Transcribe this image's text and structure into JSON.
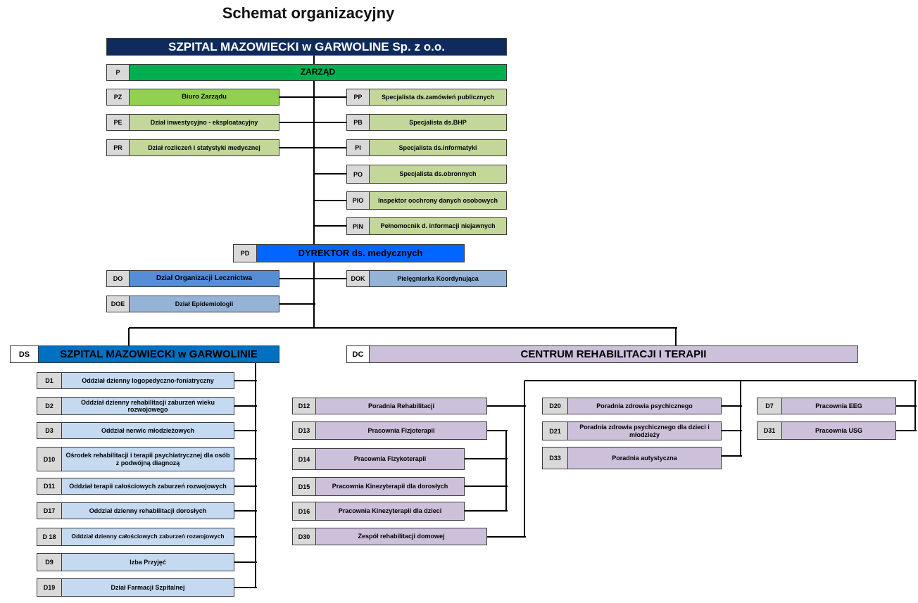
{
  "title": "Schemat organizacyjny",
  "colors": {
    "hospital": "#0f2a5c",
    "board_dark": "#00b050",
    "board_light": "#92d050",
    "board_pale": "#c4d79b",
    "director": "#0066ff",
    "org": "#558ed5",
    "org_pale": "#95b3d7",
    "ds_header": "#0070c0",
    "ds_units": "#c5d9f1",
    "dc_units": "#ccc0da",
    "code_bg": "#d9d9d9"
  },
  "units": [
    {
      "id": "hospital",
      "code": "",
      "name": "SZPITAL MAZOWIECKI w GARWOLINE Sp. z o.o."
    },
    {
      "id": "zarzad",
      "code": "P",
      "name": "ZARZĄD"
    },
    {
      "id": "pz",
      "code": "PZ",
      "name": "Biuro Zarządu"
    },
    {
      "id": "pe",
      "code": "PE",
      "name": "Dział inwestycyjno - eksploatacyjny"
    },
    {
      "id": "pr",
      "code": "PR",
      "name": "Dział rozliczeń i statystyki medycznej"
    },
    {
      "id": "pp",
      "code": "PP",
      "name": "Specjalista ds.zamówień publicznych"
    },
    {
      "id": "pb",
      "code": "PB",
      "name": "Specjalista ds.BHP"
    },
    {
      "id": "pi",
      "code": "PI",
      "name": "Specjalista ds.informatyki"
    },
    {
      "id": "po",
      "code": "PO",
      "name": "Specjalista ds.obronnych"
    },
    {
      "id": "pio",
      "code": "PIO",
      "name": "Inspektor oochrony danych osobowych"
    },
    {
      "id": "pin",
      "code": "PIN",
      "name": "Pełnomocnik d. informacji niejawnych"
    },
    {
      "id": "pd",
      "code": "PD",
      "name": "DYREKTOR ds. medycznych"
    },
    {
      "id": "do",
      "code": "DO",
      "name": "Dział Organizacji Lecznictwa"
    },
    {
      "id": "doe",
      "code": "DOE",
      "name": "Dział Epidemiologii"
    },
    {
      "id": "dok",
      "code": "DOK",
      "name": "Pielęgniarka Koordynująca"
    },
    {
      "id": "ds",
      "code": "DS",
      "name": "SZPITAL MAZOWIECKI w GARWOLINIE"
    },
    {
      "id": "dc",
      "code": "DC",
      "name": "CENTRUM REHABILITACJI I TERAPII"
    },
    {
      "id": "d1",
      "code": "D1",
      "name": "Oddział dzienny logopedyczno-foniatryczny"
    },
    {
      "id": "d2",
      "code": "D2",
      "name": "Oddział dzienny rehabilitacji zaburzeń wieku rozwojowego"
    },
    {
      "id": "d3",
      "code": "D3",
      "name": "Oddział nerwic młodzieżowych"
    },
    {
      "id": "d10",
      "code": "D10",
      "name": "Ośrodek rehabilitacji i terapii psychiatrycznej dla osób z podwójną diagnozą"
    },
    {
      "id": "d11",
      "code": "D11",
      "name": "Oddział terapii całościowych zaburzeń rozwojowych"
    },
    {
      "id": "d17",
      "code": "D17",
      "name": "Oddział dzienny rehabilitacji dorosłych"
    },
    {
      "id": "d18",
      "code": "D 18",
      "name": "Oddział dzienny całościowych zaburzeń rozwojowych"
    },
    {
      "id": "d9",
      "code": "D9",
      "name": "Izba Przyjęć"
    },
    {
      "id": "d19",
      "code": "D19",
      "name": "Dział Farmacji Szpitalnej"
    },
    {
      "id": "d12",
      "code": "D12",
      "name": "Poradnia Rehabilitacji"
    },
    {
      "id": "d13",
      "code": "D13",
      "name": "Pracownia Fizjoterapii"
    },
    {
      "id": "d14",
      "code": "D14",
      "name": "Pracownia Fizykoterapii"
    },
    {
      "id": "d15",
      "code": "D15",
      "name": "Pracownia Kinezyterapii dla dorosłych"
    },
    {
      "id": "d16",
      "code": "D16",
      "name": "Pracownia Kinezyterapii dla dzieci"
    },
    {
      "id": "d30",
      "code": "D30",
      "name": "Zespół rehabilitacji domowej"
    },
    {
      "id": "d20",
      "code": "D20",
      "name": "Poradnia zdrowia psychicznego"
    },
    {
      "id": "d21",
      "code": "D21",
      "name": "Poradnia zdrowia psychicznego dla dzieci i młodzieży"
    },
    {
      "id": "d33",
      "code": "D33",
      "name": "Poradnia autystyczna"
    },
    {
      "id": "d7",
      "code": "D7",
      "name": "Pracownia EEG"
    },
    {
      "id": "d31",
      "code": "D31",
      "name": "Pracownia USG"
    }
  ]
}
